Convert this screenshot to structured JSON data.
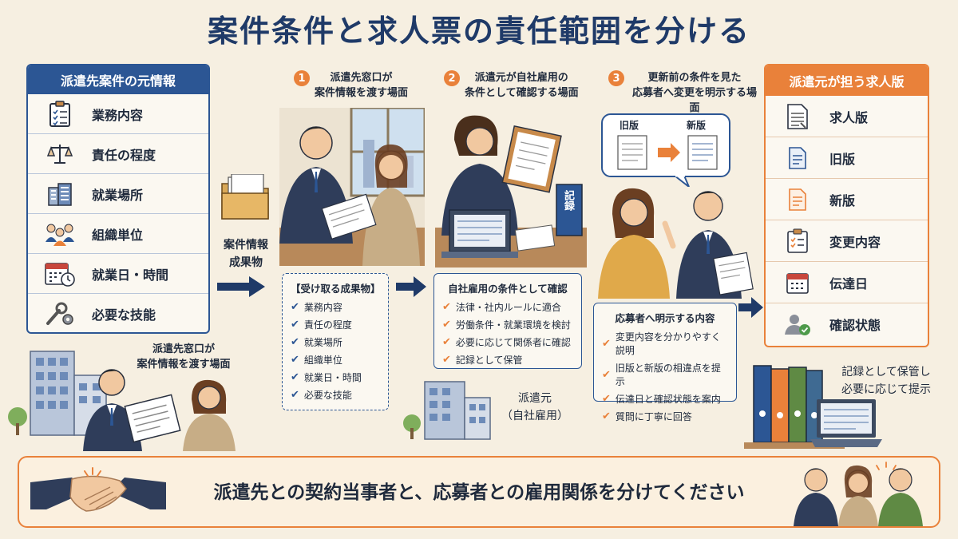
{
  "title": "案件条件と求人票の責任範囲を分ける",
  "left_panel": {
    "heading": "派遣先案件の元情報",
    "items": [
      {
        "label": "業務内容",
        "icon": "clipboard-icon"
      },
      {
        "label": "責任の程度",
        "icon": "scales-icon"
      },
      {
        "label": "就業場所",
        "icon": "building-icon"
      },
      {
        "label": "組織単位",
        "icon": "people-icon"
      },
      {
        "label": "就業日・時間",
        "icon": "calendar-clock-icon"
      },
      {
        "label": "必要な技能",
        "icon": "tools-icon"
      }
    ]
  },
  "left_scene_caption": "派遣先窓口が\n案件情報を渡す場面",
  "handover_label": "案件情報\n成果物",
  "step1": {
    "num": "1",
    "label": "派遣先窓口が\n案件情報を渡す場面",
    "box_heading": "【受け取る成果物】",
    "items": [
      "業務内容",
      "責任の程度",
      "就業場所",
      "組織単位",
      "就業日・時間",
      "必要な技能"
    ]
  },
  "step2": {
    "num": "2",
    "label": "派遣元が自社雇用の\n条件として確認する場面",
    "book_label": "記録",
    "box_heading": "自社雇用の条件として確認",
    "items": [
      "法律・社内ルールに適合",
      "労働条件・就業環境を検討",
      "必要に応じて関係者に確認",
      "記録として保管"
    ],
    "building_caption": "派遣元\n（自社雇用）"
  },
  "step3": {
    "num": "3",
    "label": "更新前の条件を見た\n応募者へ変更を明示する場面",
    "old_label": "旧版",
    "new_label": "新版",
    "box_heading": "応募者へ明示する内容",
    "items": [
      "変更内容を分かりやすく説明",
      "旧版と新版の相違点を提示",
      "伝達日と確認状態を案内",
      "質問に丁寧に回答"
    ]
  },
  "right_panel": {
    "heading": "派遣元が担う求人版",
    "items": [
      {
        "label": "求人版",
        "icon": "document-icon"
      },
      {
        "label": "旧版",
        "icon": "old-document-icon"
      },
      {
        "label": "新版",
        "icon": "new-document-icon"
      },
      {
        "label": "変更内容",
        "icon": "checklist-icon"
      },
      {
        "label": "伝達日",
        "icon": "calendar-icon"
      },
      {
        "label": "確認状態",
        "icon": "person-check-icon"
      }
    ]
  },
  "archive_caption": "記録として保管し\n必要に応じて提示",
  "banner_text": "派遣先との契約当事者と、応募者との雇用関係を分けてください",
  "colors": {
    "navy": "#2c5694",
    "orange": "#e9813a",
    "background": "#f6efe1"
  }
}
